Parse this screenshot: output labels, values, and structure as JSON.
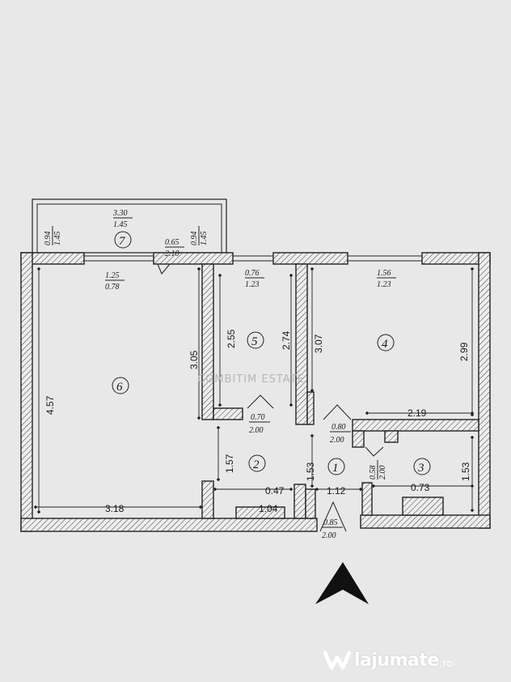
{
  "rooms": [
    {
      "num": "1",
      "area": "0.58",
      "height": "2.00"
    },
    {
      "num": "2"
    },
    {
      "num": "3"
    },
    {
      "num": "4",
      "w": "1.56",
      "h": "1.23"
    },
    {
      "num": "5",
      "w": "0.76",
      "h": "1.23"
    },
    {
      "num": "6",
      "w": "1.25",
      "h": "0.78"
    },
    {
      "num": "7",
      "w": "3.30",
      "h": "1.45"
    }
  ],
  "balcony": {
    "left_top": "0.94",
    "left_bottom": "1.45",
    "right_top": "0.94",
    "right_bottom": "1.45"
  },
  "doors": [
    {
      "top": "0.65",
      "bottom": "2.10"
    },
    {
      "top": "0.70",
      "bottom": "2.00"
    },
    {
      "top": "0.80",
      "bottom": "2.00"
    },
    {
      "top": "0.85",
      "bottom": "2.00"
    }
  ],
  "dimensions": {
    "room6_height": "4.57",
    "room6_width": "3.18",
    "wall_3_05": "3.05",
    "room5_left": "2.55",
    "room5_right": "2.74",
    "wall_3_07": "3.07",
    "room4_width": "2.19",
    "room4_height": "2.99",
    "hall_1_57": "1.57",
    "hall_0_47": "0.47",
    "hall_1_04": "1.04",
    "room1_height": "1.53",
    "room1_width": "1.12",
    "room3_width": "0.73",
    "room3_height": "1.53"
  },
  "watermark": "lajumate",
  "watermark_tld": ".ro",
  "stamp_text": "COMBITIM ESTATE"
}
